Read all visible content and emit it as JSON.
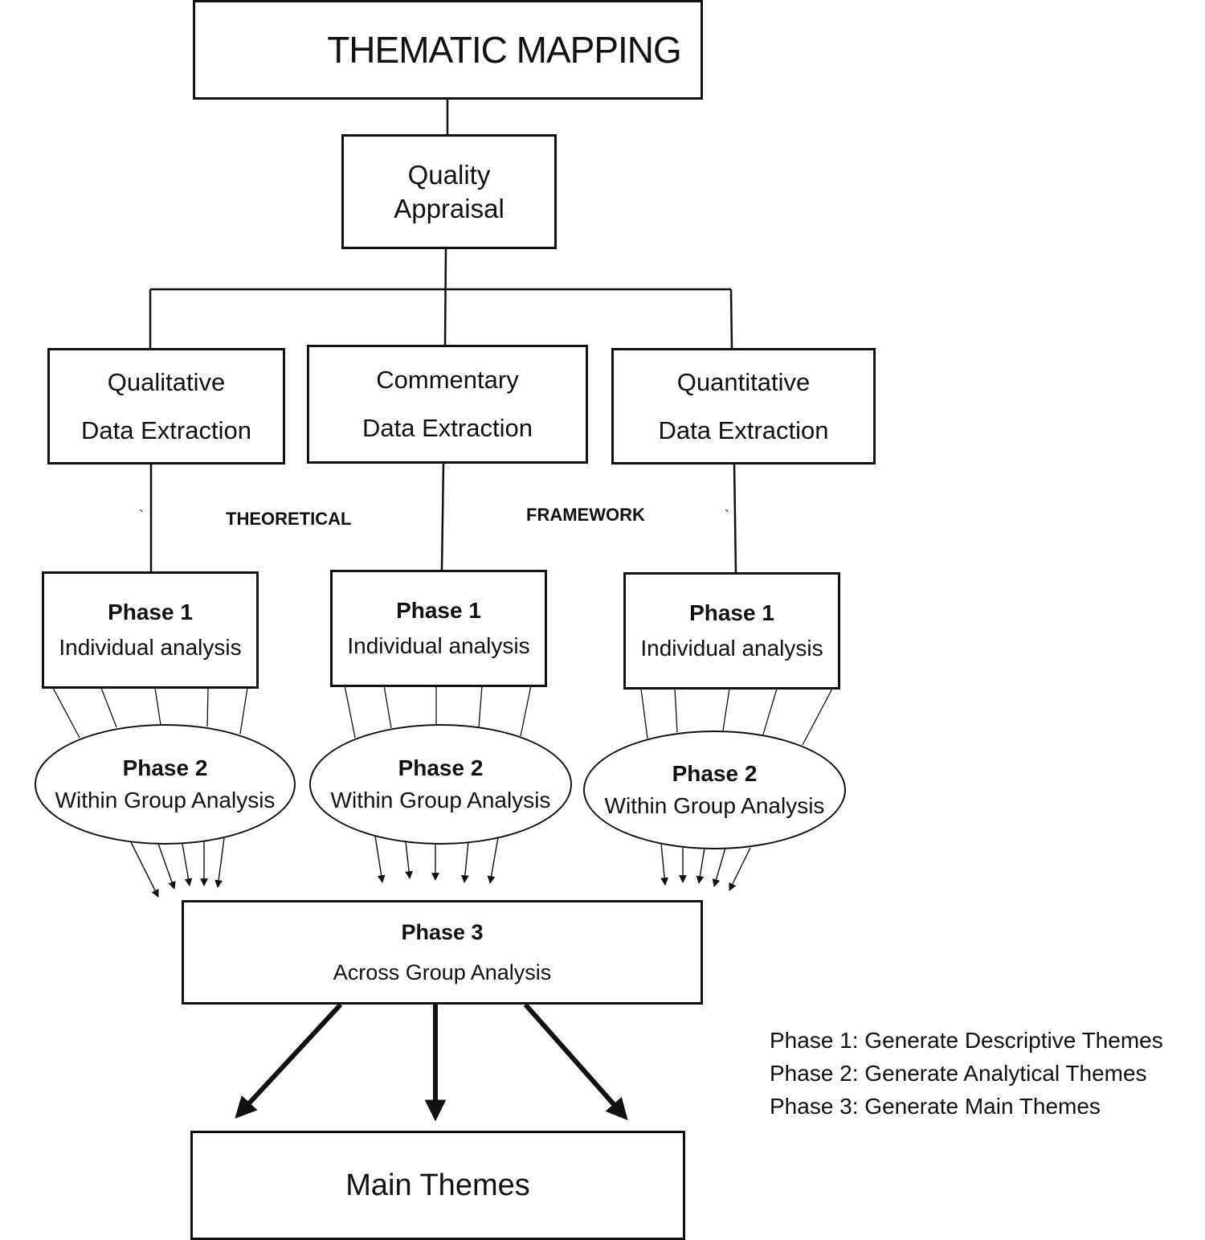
{
  "diagram": {
    "title": "THEMATIC MAPPING",
    "quality_appraisal": {
      "line1": "Quality",
      "line2": "Appraisal"
    },
    "framework_labels": {
      "left": "THEORETICAL",
      "right": "FRAMEWORK"
    },
    "branches": [
      {
        "extraction_line1": "Qualitative",
        "extraction_line2": "Data Extraction",
        "phase1_title": "Phase 1",
        "phase1_sub": "Individual analysis",
        "phase2_title": "Phase 2",
        "phase2_sub": "Within Group Analysis"
      },
      {
        "extraction_line1": "Commentary",
        "extraction_line2": "Data Extraction",
        "phase1_title": "Phase 1",
        "phase1_sub": "Individual analysis",
        "phase2_title": "Phase 2",
        "phase2_sub": "Within Group Analysis"
      },
      {
        "extraction_line1": "Quantitative",
        "extraction_line2": "Data Extraction",
        "phase1_title": "Phase 1",
        "phase1_sub": "Individual analysis",
        "phase2_title": "Phase 2",
        "phase2_sub": "Within Group Analysis"
      }
    ],
    "phase3": {
      "title": "Phase 3",
      "sub": "Across Group Analysis"
    },
    "main_themes": "Main Themes",
    "legend": [
      "Phase 1: Generate Descriptive Themes",
      "Phase 2: Generate Analytical Themes",
      "Phase 3: Generate Main Themes"
    ],
    "stray_marks": [
      "`",
      "`"
    ]
  }
}
